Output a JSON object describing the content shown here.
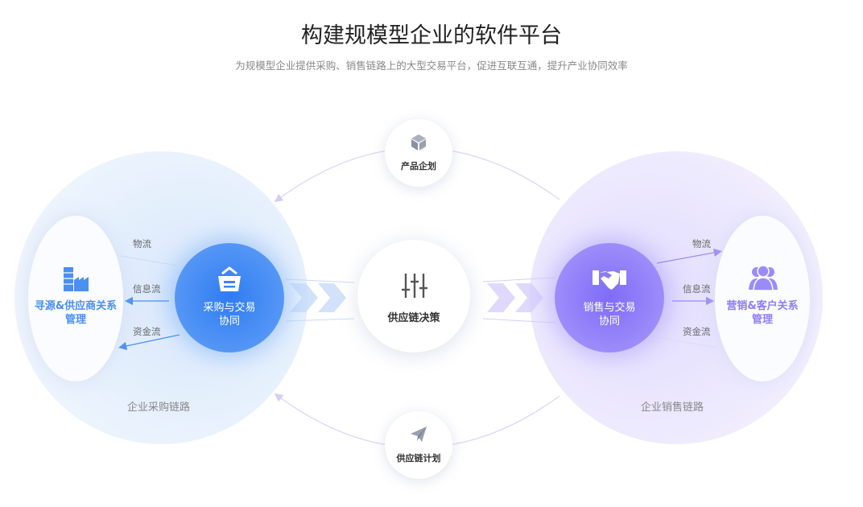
{
  "header": {
    "title": "构建规模型企业的软件平台",
    "subtitle": "为规模型企业提供采购、销售链路上的大型交易平台，促进互联互通，提升产业协同效率"
  },
  "left": {
    "chain_label": "企业采购链路",
    "ellipse_label_1": "寻源&供应商关系",
    "ellipse_label_2": "管理",
    "node_label_1": "采购与交易",
    "node_label_2": "协同",
    "flows": [
      "物流",
      "信息流",
      "资金流"
    ]
  },
  "right": {
    "chain_label": "企业销售链路",
    "ellipse_label_1": "营销&客户关系",
    "ellipse_label_2": "管理",
    "node_label_1": "销售与交易",
    "node_label_2": "协同",
    "flows": [
      "物流",
      "信息流",
      "资金流"
    ]
  },
  "center": {
    "label": "供应链决策"
  },
  "top": {
    "label": "产品企划"
  },
  "bottom": {
    "label": "供应链计划"
  },
  "colors": {
    "blue": "#3d86f2",
    "purple": "#8b7bf8",
    "left_text": "#4a8ff2",
    "right_text": "#8e7ef6"
  }
}
